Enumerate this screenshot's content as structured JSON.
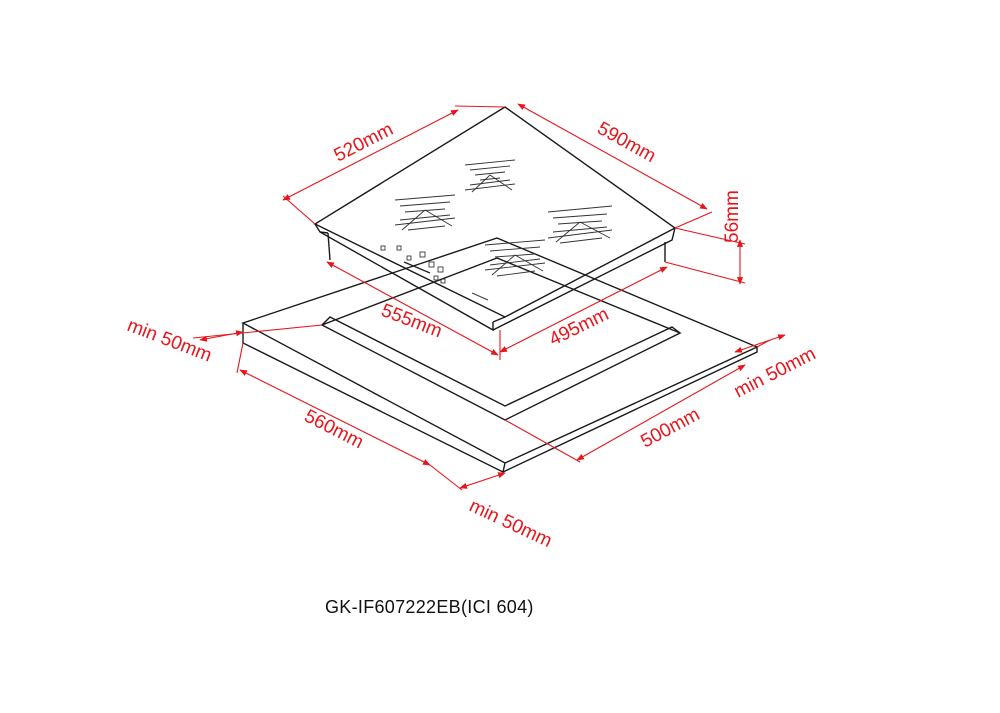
{
  "diagram": {
    "model_label": "GK-IF607222EB(ICI 604)",
    "dimensions": {
      "hob_width": "520mm",
      "hob_depth": "590mm",
      "hob_height": "56mm",
      "cutout_width": "555mm",
      "cutout_depth": "495mm",
      "counter_width": "560mm",
      "counter_depth": "500mm",
      "clearance_left": "min 50mm",
      "clearance_right": "min 50mm",
      "clearance_front": "min 50mm"
    },
    "colors": {
      "dimension": "#e8151b",
      "outline": "#1a1a1a"
    }
  }
}
